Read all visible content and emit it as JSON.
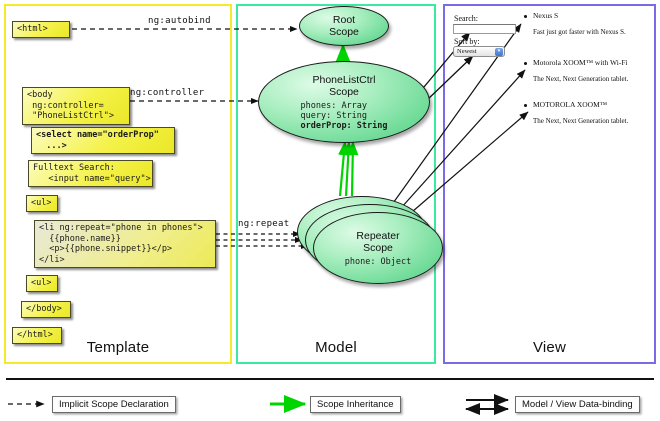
{
  "panels": {
    "template": {
      "label": "Template",
      "border_color": "#f2ea2a"
    },
    "model": {
      "label": "Model",
      "border_color": "#3ce9a0"
    },
    "view": {
      "label": "View",
      "border_color": "#7b6ae8"
    }
  },
  "template_boxes": [
    {
      "id": "html-open",
      "text": "<html>"
    },
    {
      "id": "body-open",
      "text": "<body\n ng:controller=\n \"PhoneListCtrl\">"
    },
    {
      "id": "select",
      "text": "<select name=\"orderProp\"\n  ...>"
    },
    {
      "id": "fulltext",
      "text": "Fulltext Search:\n   <input name=\"query\">"
    },
    {
      "id": "ul-open",
      "text": "<ul>"
    },
    {
      "id": "li-repeat",
      "text": "<li ng:repeat=\"phone in phones\">\n  {{phone.name}}\n  <p>{{phone.snippet}}</p>\n</li>"
    },
    {
      "id": "ul-close",
      "text": "<ul>"
    },
    {
      "id": "body-close",
      "text": "</body>"
    },
    {
      "id": "html-close",
      "text": "</html>"
    }
  ],
  "connectors": {
    "autobind": "ng:autobind",
    "controller": "ng:controller",
    "repeat": "ng:repeat"
  },
  "scopes": [
    {
      "id": "root",
      "title_line1": "Root",
      "title_line2": "Scope",
      "props": []
    },
    {
      "id": "phonelistctrl",
      "title_line1": "PhoneListCtrl",
      "title_line2": "Scope",
      "props": [
        {
          "text": "phones: Array",
          "bold": false
        },
        {
          "text": "query: String",
          "bold": false
        },
        {
          "text": "orderProp: String",
          "bold": true
        }
      ]
    },
    {
      "id": "repeater",
      "title_line1": "Repeater",
      "title_line2": "Scope",
      "props": [
        {
          "text": "phone: Object",
          "bold": false
        }
      ]
    }
  ],
  "view": {
    "search_label": "Search:",
    "search_value": "",
    "sort_label": "Sort by:",
    "sort_selected": "Newest",
    "sort_options": [
      "Newest"
    ],
    "phones": [
      {
        "name": "Nexus S",
        "snippet": "Fast just got faster with Nexus S."
      },
      {
        "name": "Motorola XOOM™  with Wi-Fi",
        "snippet": "The Next, Next Generation tablet."
      },
      {
        "name": "MOTOROLA XOOM™",
        "snippet": "The Next, Next Generation tablet."
      }
    ]
  },
  "legend": [
    {
      "id": "implicit",
      "label": "Implicit Scope Declaration",
      "arrow": "dashed-arrow",
      "color": "#111111"
    },
    {
      "id": "inherit",
      "label": "Scope Inheritance",
      "arrow": "solid-arrow",
      "color": "#00d400"
    },
    {
      "id": "databind",
      "label": "Model / View Data-binding",
      "arrow": "bidirectional-arrow",
      "color": "#111111"
    }
  ],
  "colors": {
    "green_arrow": "#00d400",
    "code_yellow": "#f4f24a",
    "scope_green": "#74dd9c"
  }
}
